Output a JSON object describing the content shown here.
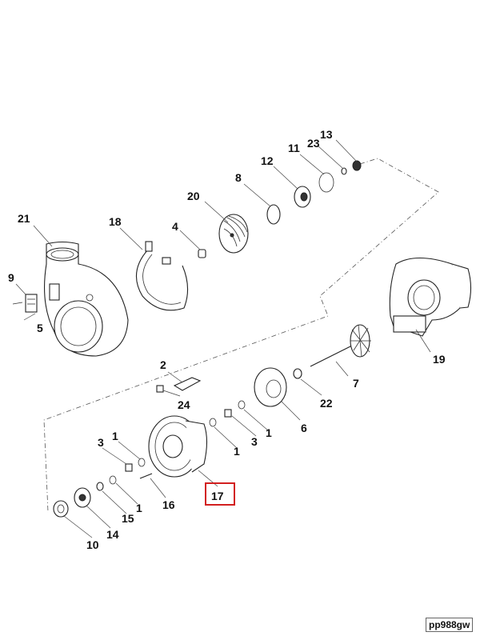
{
  "diagram": {
    "callouts": [
      "13",
      "11",
      "23",
      "12",
      "8",
      "20",
      "21",
      "18",
      "4",
      "9",
      "5",
      "19",
      "7",
      "2",
      "24",
      "22",
      "6",
      "3",
      "1",
      "1",
      "3",
      "1",
      "17",
      "16",
      "1",
      "15",
      "14",
      "10"
    ],
    "highlighted_callout": "17",
    "highlight_color": "#d21f1f",
    "reference_code": "pp988gw"
  }
}
